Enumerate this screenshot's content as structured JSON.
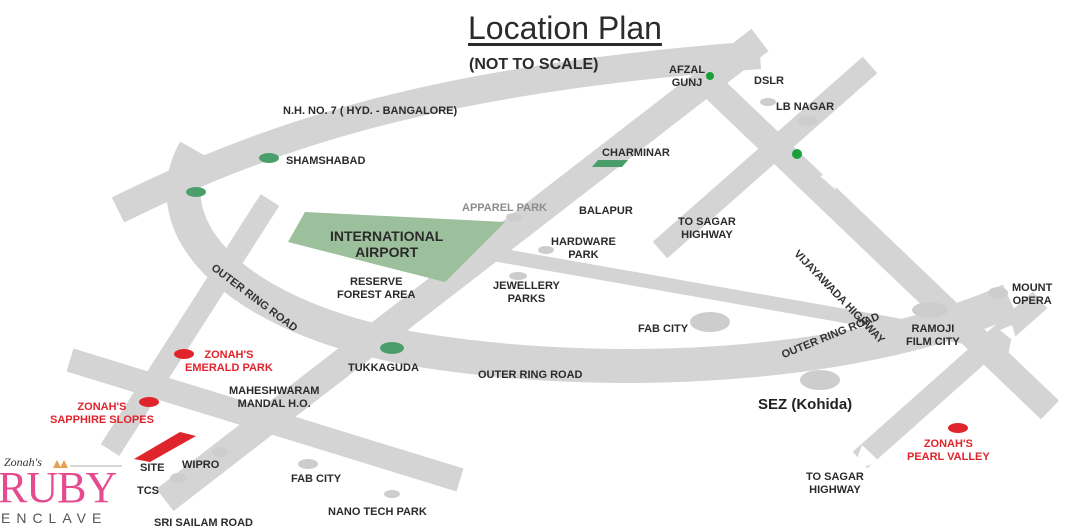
{
  "title": "Location Plan",
  "subtitle": "(NOT TO SCALE)",
  "colors": {
    "road": "#d4d4d4",
    "road_dark": "#c4c4c4",
    "marker_green": "#4a9e6a",
    "marker_dot": "#1aa03a",
    "marker_red": "#e0242b",
    "grey_blob": "#cdcdcd",
    "airport": "#9cbf9c",
    "brand_pink": "#e64a8f"
  },
  "labels": {
    "nh7": "N.H. NO. 7 ( HYD. - BANGALORE)",
    "shamshabad": "SHAMSHABAD",
    "afzal": "AFZAL\nGUNJ",
    "dslr": "DSLR",
    "lb_nagar": "LB NAGAR",
    "charminar": "CHARMINAR",
    "apparel_park": "APPAREL PARK",
    "balapur": "BALAPUR",
    "to_sagar_top": "TO SAGAR\nHIGHWAY",
    "vijayawada": "VIJAYAWADA HIGHWAY",
    "airport": "INTERNATIONAL\nAIRPORT",
    "hardware_park": "HARDWARE\nPARK",
    "reserve_forest": "RESERVE\nFOREST AREA",
    "jewellery_parks": "JEWELLERY\nPARKS",
    "mount_opera": "MOUNT\nOPERA",
    "outer_ring_road_left": "OUTER RING ROAD",
    "outer_ring_road_right": "OUTER RING ROAD",
    "outer_ring_road_center": "OUTER RING ROAD",
    "fab_city_right": "FAB CITY",
    "ramoji": "RAMOJI\nFILM CITY",
    "emerald_park": "ZONAH'S\nEMERALD PARK",
    "tukkaguda": "TUKKAGUDA",
    "maheshwaram": "MAHESHWARAM\nMANDAL H.O.",
    "sapphire_slopes": "ZONAH'S\nSAPPHIRE SLOPES",
    "sez": "SEZ (Kohida)",
    "pearl_valley": "ZONAH'S\nPEARL VALLEY",
    "site": "SITE",
    "wipro": "WIPRO",
    "tcs": "TCS",
    "fab_city_bottom": "FAB CITY",
    "to_sagar_bottom": "TO SAGAR\nHIGHWAY",
    "nano_tech_park": "NANO TECH PARK",
    "srisailam_road": "SRI SAILAM ROAD"
  },
  "logo": {
    "top": "Zonah's",
    "main": "RUBY",
    "sub": "ENCLAVE"
  }
}
